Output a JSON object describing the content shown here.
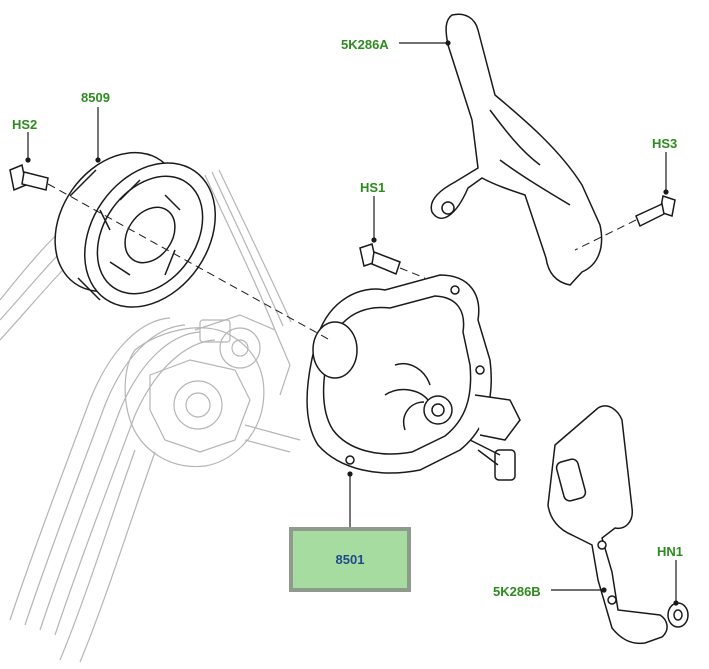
{
  "callouts": {
    "hs2": "HS2",
    "pulley": "8509",
    "bracket_a": "5K286A",
    "hs3": "HS3",
    "hs1": "HS1",
    "water_pump": "8501",
    "hn1": "HN1",
    "bracket_b": "5K286B"
  },
  "colors": {
    "callout_text": "#2e8b1f",
    "highlight_fill": "#a6dca0",
    "highlight_border": "#8e9a8c",
    "highlight_text": "#1f4a8a",
    "part_line": "#1a1a1a",
    "ghost_line": "#b5b5b5"
  }
}
